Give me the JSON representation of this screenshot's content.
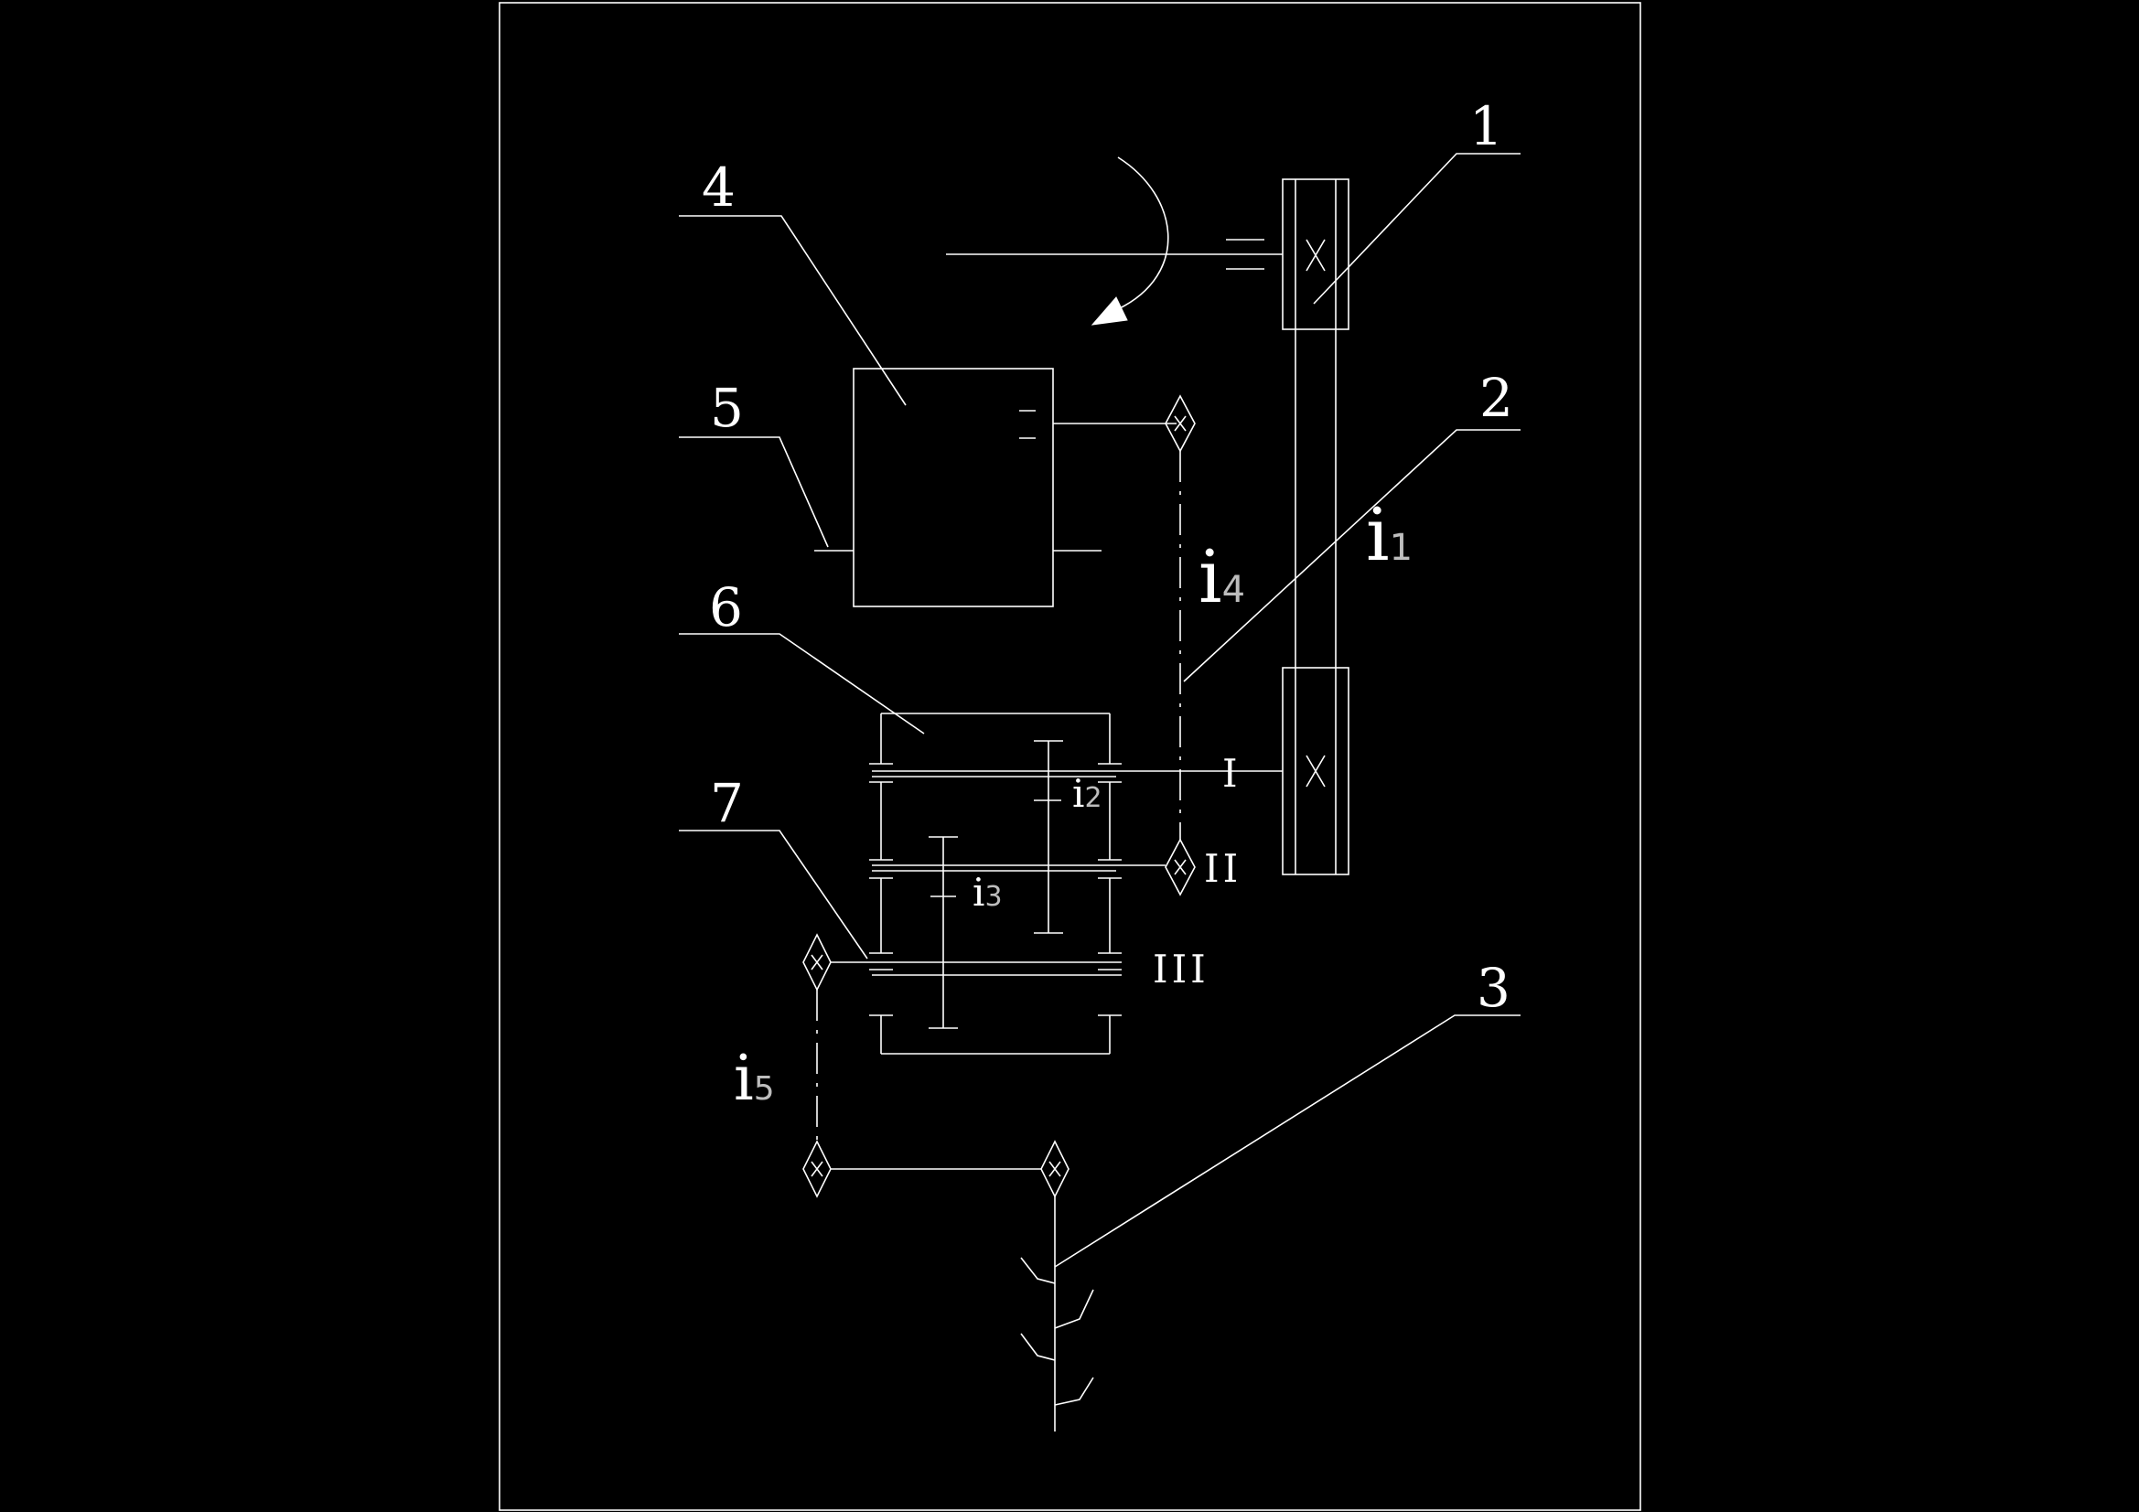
{
  "colors": {
    "background": "#000000",
    "line": "#ffffff",
    "subscript": "#bdbdbd"
  },
  "part_labels": [
    "1",
    "2",
    "3",
    "4",
    "5",
    "6",
    "7"
  ],
  "shaft_labels": [
    "I",
    "II",
    "III"
  ],
  "ratios": [
    {
      "base": "i",
      "sub": "1"
    },
    {
      "base": "i",
      "sub": "2"
    },
    {
      "base": "i",
      "sub": "3"
    },
    {
      "base": "i",
      "sub": "4"
    },
    {
      "base": "i",
      "sub": "5"
    }
  ]
}
